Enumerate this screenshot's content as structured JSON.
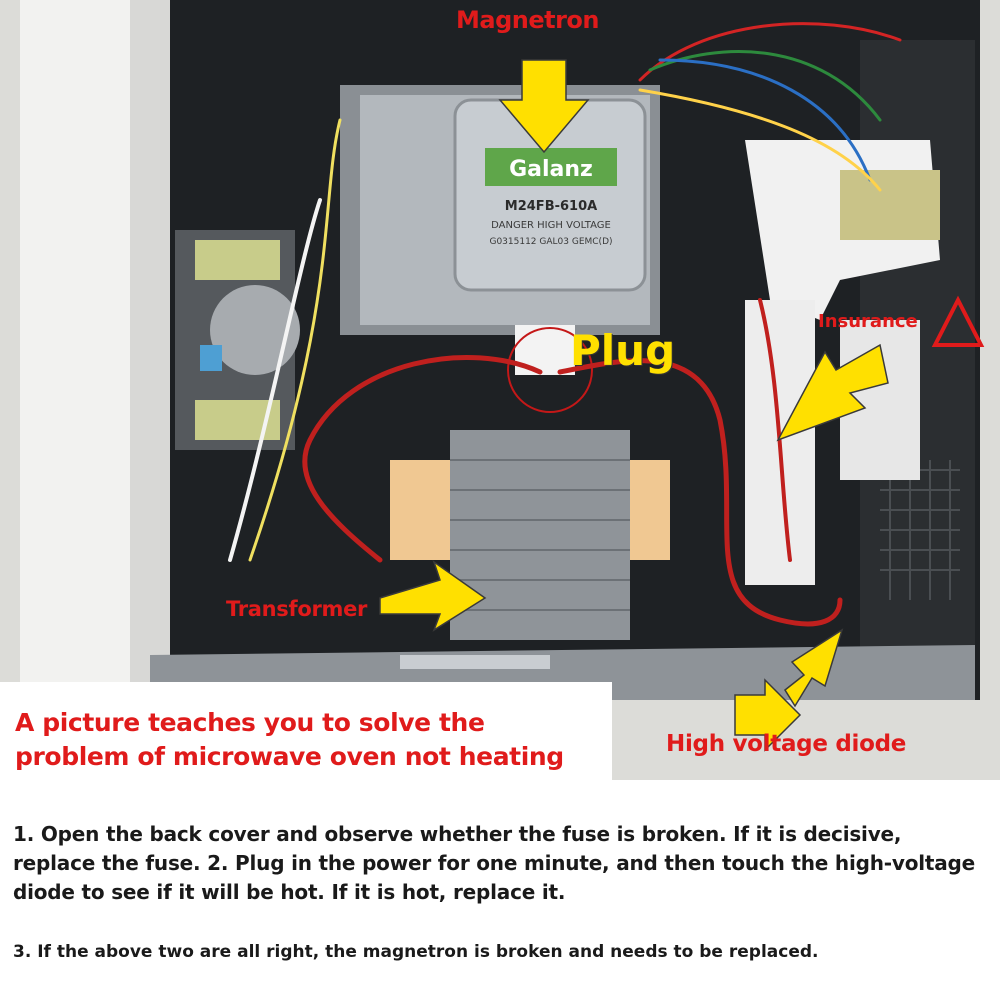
{
  "labels": {
    "magnetron": "Magnetron",
    "plug": "Plug",
    "insurance": "Insurance",
    "transformer": "Transformer",
    "diode": "High voltage diode"
  },
  "magnetron_plate": {
    "brand": "Galanz",
    "model": "M24FB-610A",
    "warning": "DANGER HIGH VOLTAGE",
    "codes": "G0315112 GAL03 GEMC(D)"
  },
  "caption": "A picture teaches you to solve the problem of microwave oven not heating",
  "steps": "1. Open the back cover and observe whether the fuse is broken. If it is decisive, replace the fuse. 2. Plug in the power for one minute, and then touch the high-voltage diode to see if it will be hot. If it is hot, replace it.",
  "note": "3. If the above two are all right, the magnetron is broken and needs to be replaced.",
  "colors": {
    "label_red": "#e01b1b",
    "arrow_yellow": "#ffe000",
    "frame_gray": "#9aa0a6"
  }
}
